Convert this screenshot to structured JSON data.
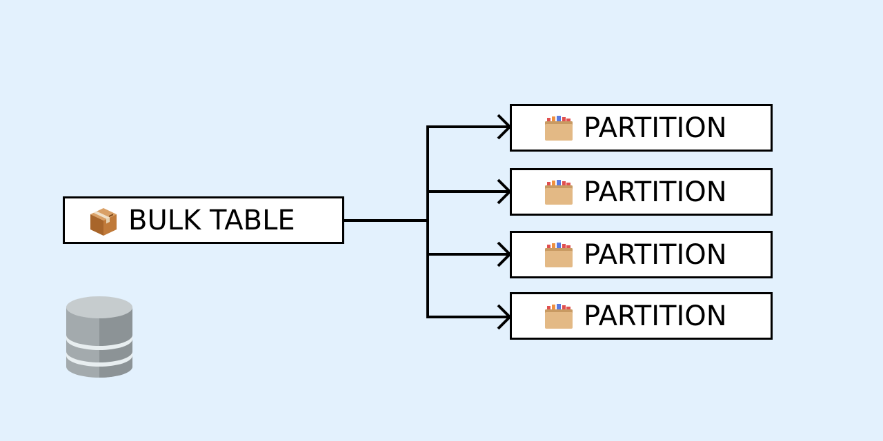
{
  "source": {
    "label": "BULK TABLE",
    "icon": "package-icon"
  },
  "partitions": [
    {
      "label": "PARTITION",
      "icon": "card-file-box-icon"
    },
    {
      "label": "PARTITION",
      "icon": "card-file-box-icon"
    },
    {
      "label": "PARTITION",
      "icon": "card-file-box-icon"
    },
    {
      "label": "PARTITION",
      "icon": "card-file-box-icon"
    }
  ],
  "decoration": {
    "icon": "database-icon"
  },
  "colors": {
    "background": "#e3f1fd",
    "box_fill": "#ffffff",
    "stroke": "#000000"
  }
}
